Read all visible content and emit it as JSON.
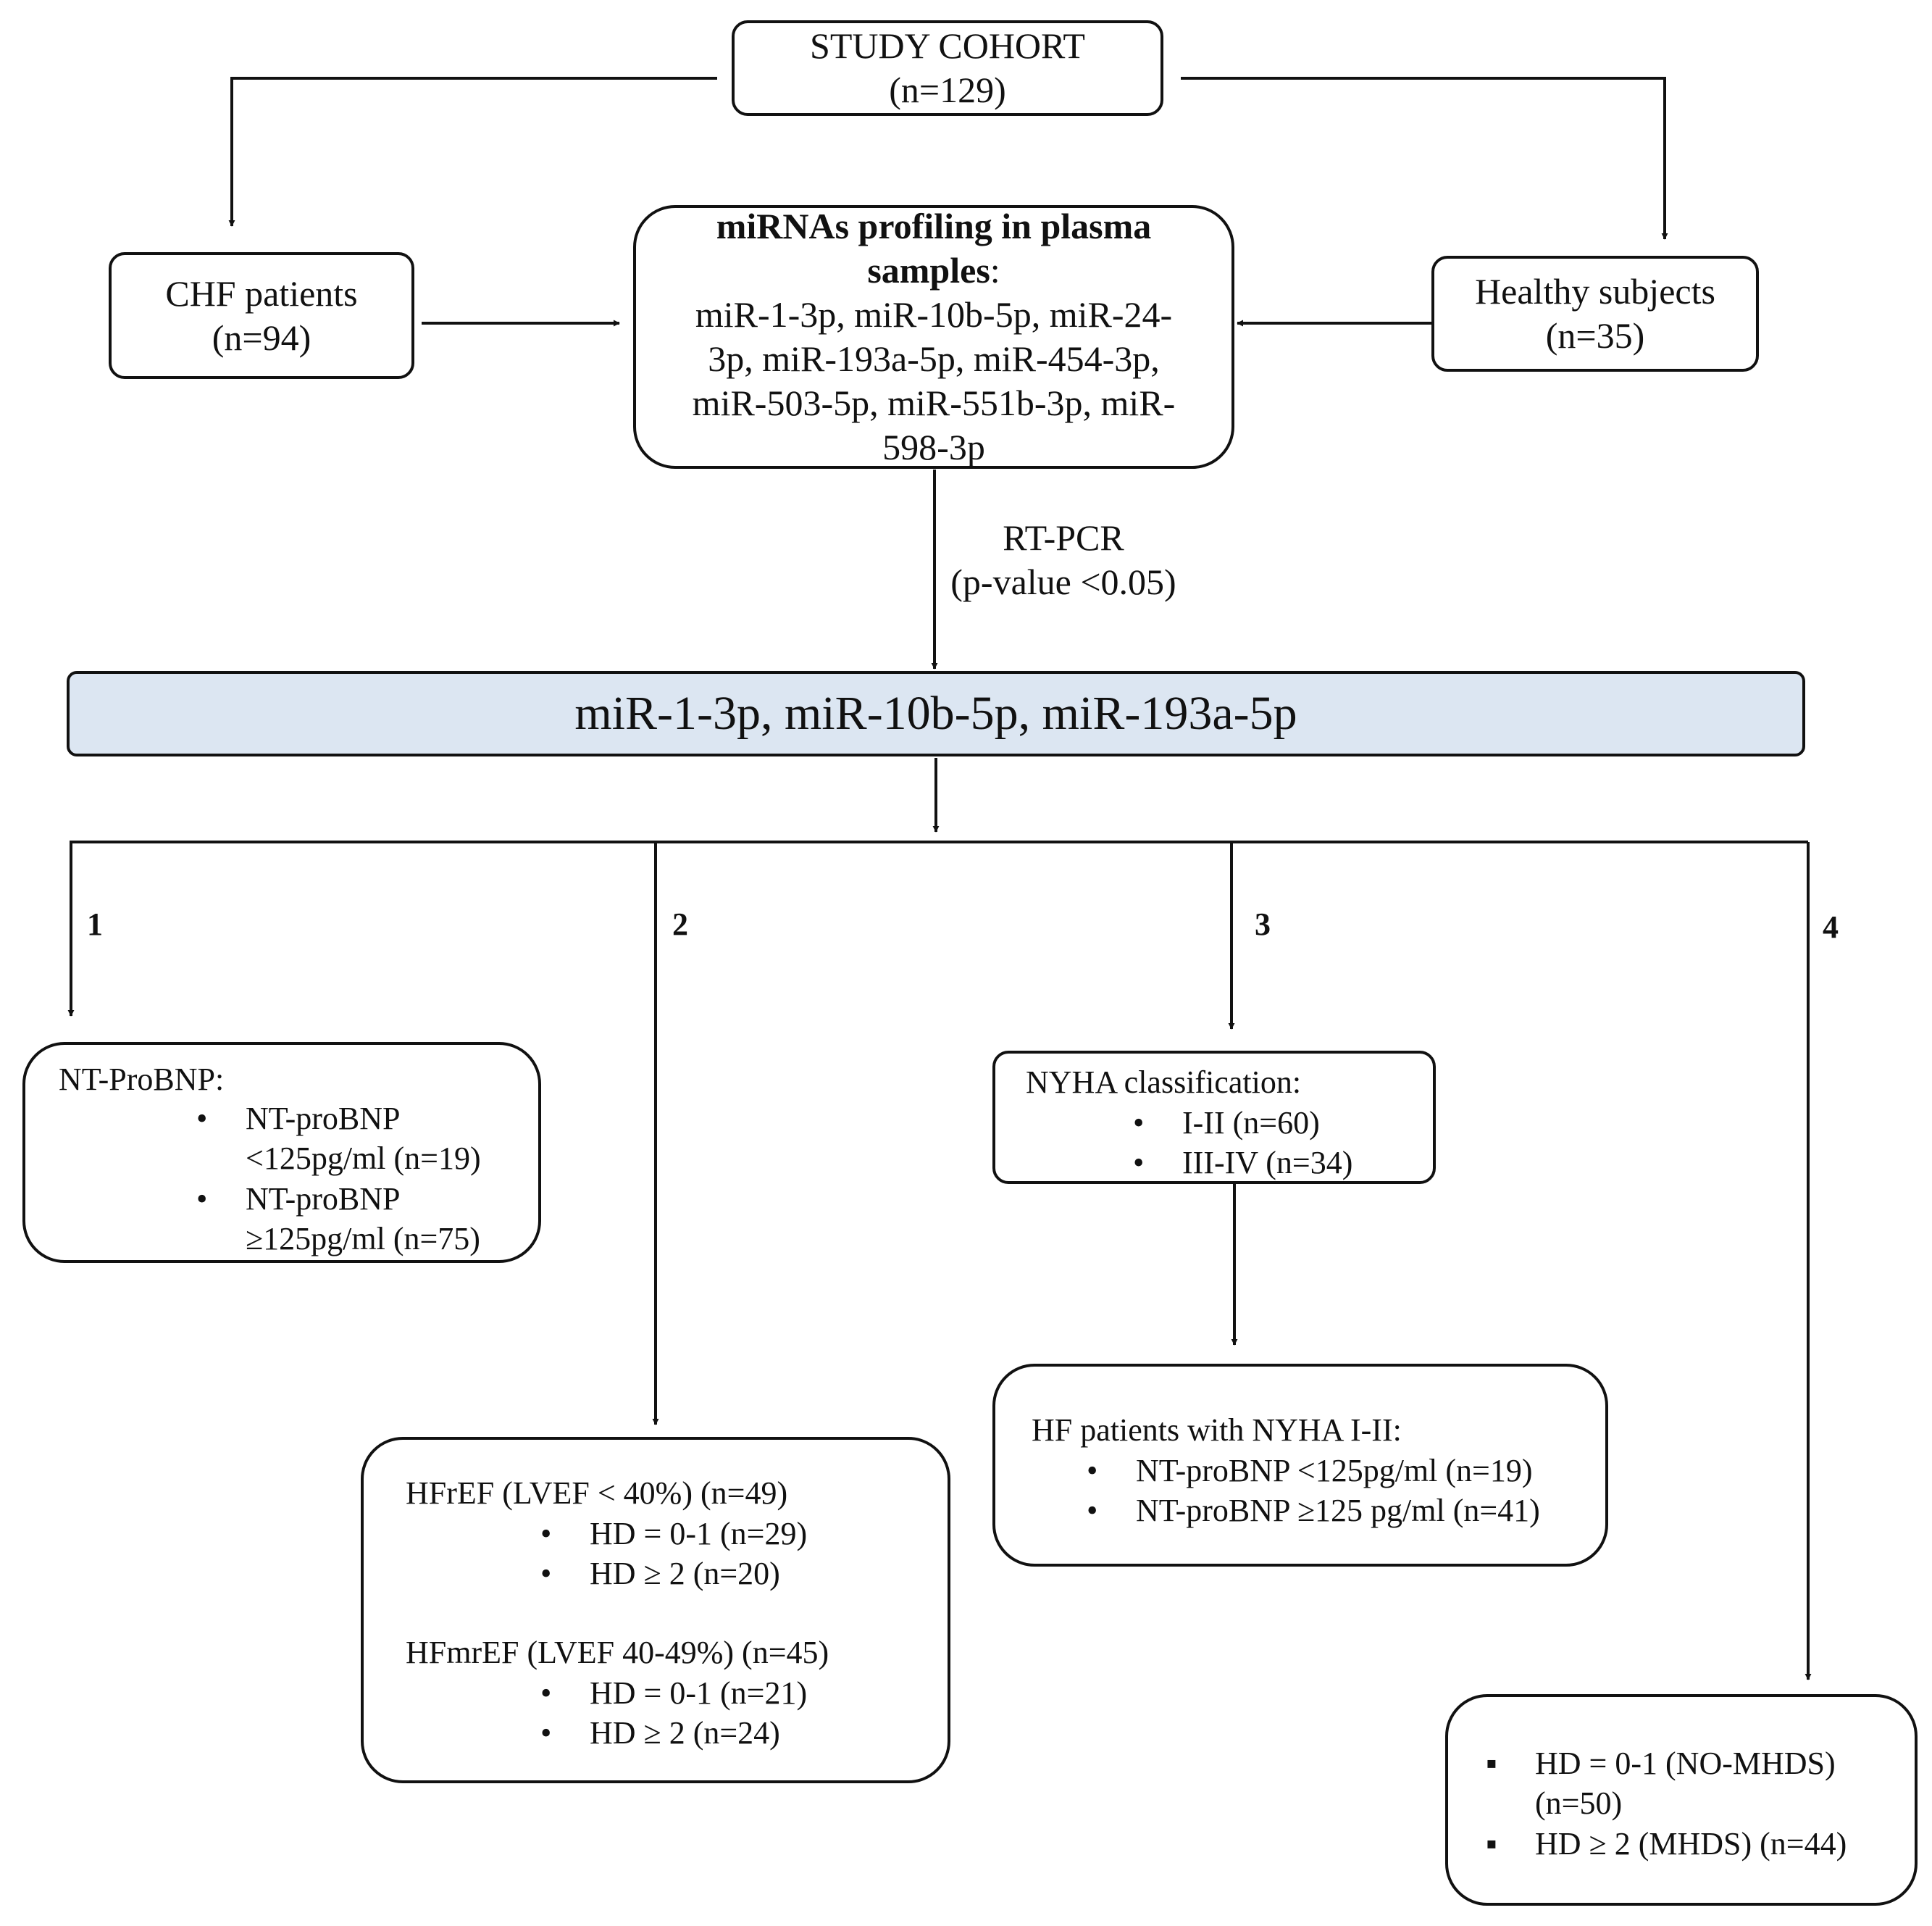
{
  "cohort": {
    "title": "STUDY COHORT",
    "n": "(n=129)"
  },
  "chf": {
    "title": "CHF patients",
    "n": "(n=94)"
  },
  "healthy": {
    "title": "Healthy subjects",
    "n": "(n=35)"
  },
  "profiling": {
    "title_bold": "miRNAs profiling in plasma samples",
    "title_tail": ":",
    "lines": [
      "miR-1-3p, miR-10b-5p, miR-24-",
      "3p, miR-193a-5p, miR-454-3p,",
      "miR-503-5p, miR-551b-3p, miR-",
      "598-3p"
    ]
  },
  "rtpcr": {
    "line1": "RT-PCR",
    "line2": "(p-value <0.05)"
  },
  "selected": {
    "text": "miR-1-3p,  miR-10b-5p,  miR-193a-5p",
    "fill": "#dce6f2"
  },
  "branches": [
    "1",
    "2",
    "3",
    "4"
  ],
  "ntprobnp": {
    "title": "NT-ProBNP:",
    "items": [
      {
        "line1": "NT-proBNP",
        "line2": "<125pg/ml  (n=19)"
      },
      {
        "line1": "NT-proBNP",
        "line2": "≥125pg/ml  (n=75)"
      }
    ]
  },
  "lvef": {
    "group1_title": "HFrEF (LVEF < 40%) (n=49)",
    "group1_items": [
      "HD = 0-1  (n=29)",
      "HD ≥  2  (n=20)"
    ],
    "group2_title": "HFmrEF (LVEF 40-49%) (n=45)",
    "group2_items": [
      "HD = 0-1  (n=21)",
      "HD ≥ 2  (n=24)"
    ]
  },
  "nyha": {
    "title": "NYHA  classification:",
    "items": [
      "I-II  (n=60)",
      "III-IV  (n=34)"
    ]
  },
  "nyha_sub": {
    "title": "HF  patients  with  NYHA  I-II:",
    "items": [
      "NT-proBNP <125pg/ml  (n=19)",
      "NT-proBNP ≥125  pg/ml  (n=41)"
    ]
  },
  "mhds": {
    "items": [
      {
        "line1": "HD = 0-1  (NO-MHDS)",
        "line2": "(n=50)"
      },
      {
        "line1": "HD ≥ 2  (MHDS)  (n=44)",
        "line2": ""
      }
    ]
  },
  "bullet_glyph": "•",
  "square_glyph": "▪"
}
